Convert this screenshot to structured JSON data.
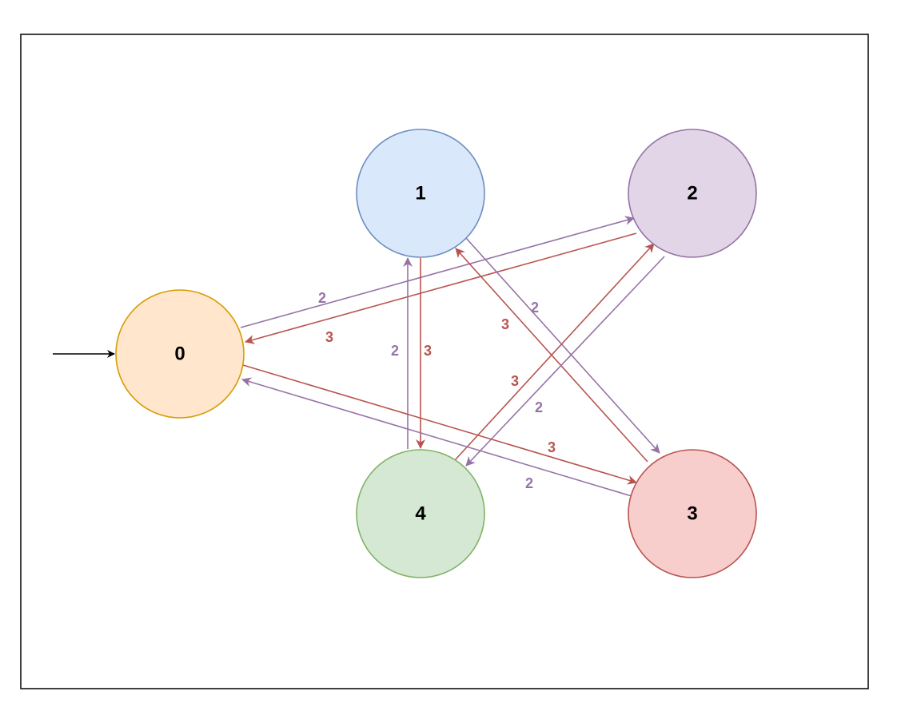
{
  "diagram": {
    "states": [
      {
        "id": "0",
        "label": "0",
        "fill": "#ffe6cc",
        "stroke": "#d79b00",
        "initial": true
      },
      {
        "id": "1",
        "label": "1",
        "fill": "#dae8fc",
        "stroke": "#6c8ebf"
      },
      {
        "id": "2",
        "label": "2",
        "fill": "#e1d5e7",
        "stroke": "#9673a6"
      },
      {
        "id": "3",
        "label": "3",
        "fill": "#f8cecc",
        "stroke": "#b85450"
      },
      {
        "id": "4",
        "label": "4",
        "fill": "#d5e8d4",
        "stroke": "#82b366"
      }
    ],
    "transitions": [
      {
        "from": "0",
        "to": "2",
        "label": "2",
        "color": "#9673a6"
      },
      {
        "from": "2",
        "to": "0",
        "label": "3",
        "color": "#b85450"
      },
      {
        "from": "1",
        "to": "4",
        "label": "3",
        "color": "#b85450"
      },
      {
        "from": "4",
        "to": "1",
        "label": "2",
        "color": "#9673a6"
      },
      {
        "from": "1",
        "to": "3",
        "label": "2",
        "color": "#9673a6"
      },
      {
        "from": "3",
        "to": "1",
        "label": "3",
        "color": "#b85450"
      },
      {
        "from": "4",
        "to": "2",
        "label": "3",
        "color": "#b85450"
      },
      {
        "from": "2",
        "to": "4",
        "label": "2",
        "color": "#9673a6"
      },
      {
        "from": "0",
        "to": "3",
        "label": "3",
        "color": "#b85450"
      },
      {
        "from": "3",
        "to": "0",
        "label": "2",
        "color": "#9673a6"
      }
    ]
  }
}
